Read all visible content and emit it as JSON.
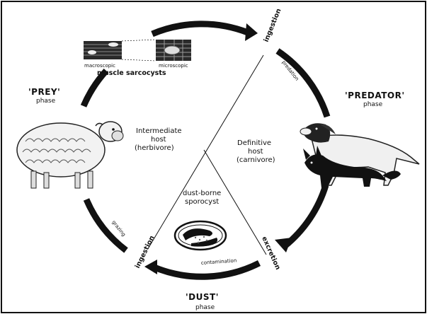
{
  "prey": {
    "title": "'PREY'",
    "sub": "phase"
  },
  "predator": {
    "title": "'PREDATOR'",
    "sub": "phase"
  },
  "dust": {
    "title": "'DUST'",
    "sub": "phase"
  },
  "intermediate": {
    "line1": "Intermediate",
    "line2": "host",
    "line3": "(herbivore)"
  },
  "definitive": {
    "line1": "Definitive",
    "line2": "host",
    "line3": "(carnivore)"
  },
  "dustborne": {
    "line1": "dust-borne",
    "line2": "sporocyst"
  },
  "sarcocysts": {
    "macroscopic": "macroscopic",
    "microscopic": "microscopic",
    "caption": "muscle sarcocysts"
  },
  "arc_labels": {
    "ingestion_top": "ingestion",
    "predation": "predation",
    "excretion": "excretion",
    "contamination": "contamination",
    "ingestion_bottom": "ingestion",
    "grazing": "grazing"
  }
}
